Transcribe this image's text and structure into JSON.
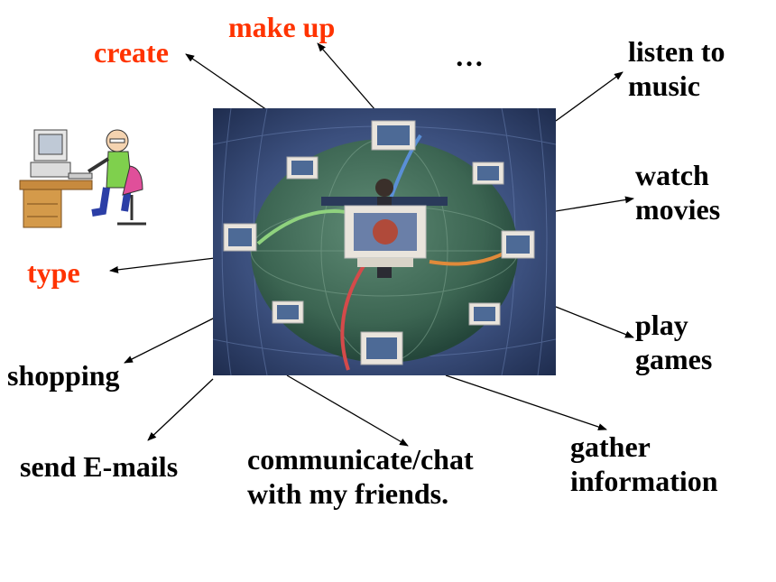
{
  "labels": {
    "create": "create",
    "make_up": "make up",
    "ellipsis": "…",
    "listen_line1": "listen to",
    "listen_line2": "music",
    "watch_line1": "watch",
    "watch_line2": "movies",
    "type": "type",
    "play_line1": "play",
    "play_line2": "games",
    "shopping": "shopping",
    "gather_line1": "gather",
    "gather_line2": "information",
    "send_emails": "send E-mails",
    "chat_line1": "communicate/chat",
    "chat_line2": "with my friends."
  },
  "colors": {
    "highlight": "#ff3300",
    "text": "#000000"
  },
  "images": {
    "center": "network-globe-illustration",
    "clipart": "person-at-computer-icon"
  }
}
